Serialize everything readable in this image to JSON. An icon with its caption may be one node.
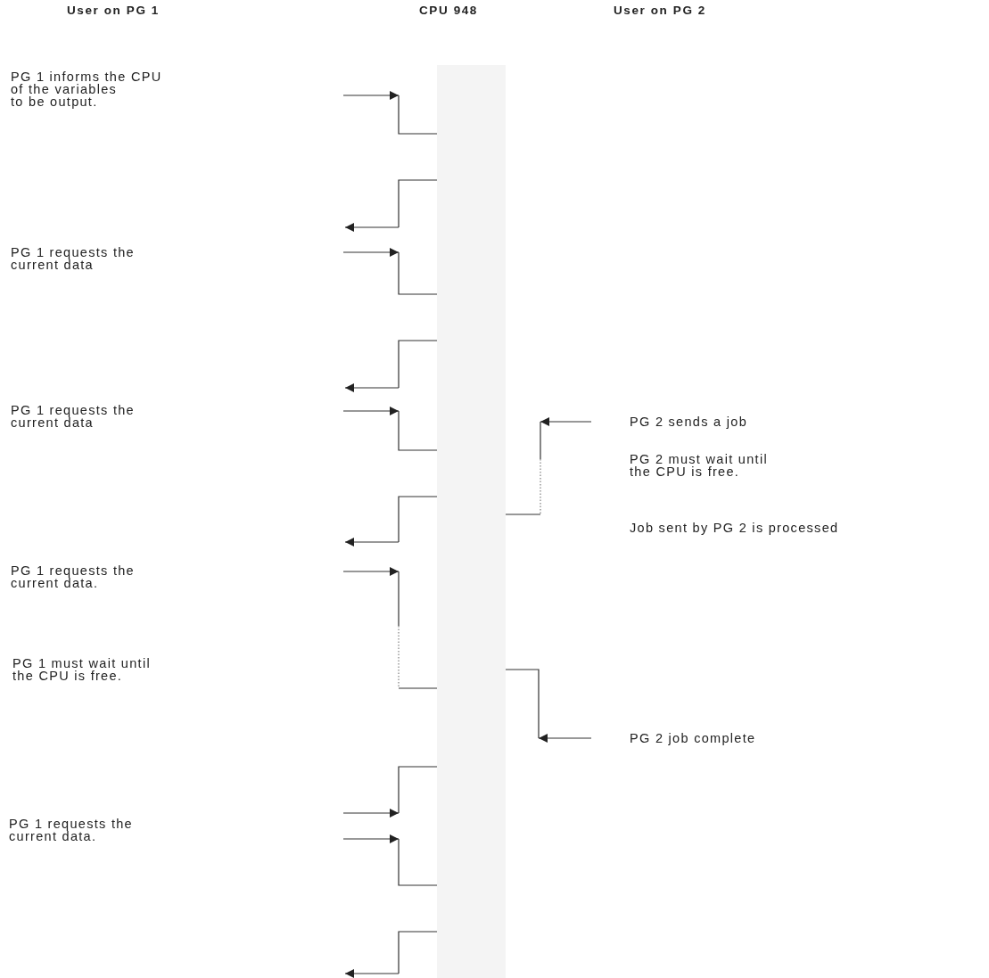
{
  "diagram": {
    "nodes": [
      {
        "text": [
          "CPU 948"
        ]
      }
    ],
    "labels": [
      "User on PG 1",
      "User on PG 2",
      "PG 1 informs the CPU of the variables to be output.",
      "PG 1 requests the current data",
      "PG 1 requests the current data",
      "PG 2 sends a job",
      "PG 2 must wait until the CPU is free.",
      "PG 1 requests the current data.",
      "Job sent by PG 2 is processed",
      "PG 1 must wait until the CPU is free.",
      "PG 2 job complete",
      "PG 1 requests the current data."
    ]
  }
}
